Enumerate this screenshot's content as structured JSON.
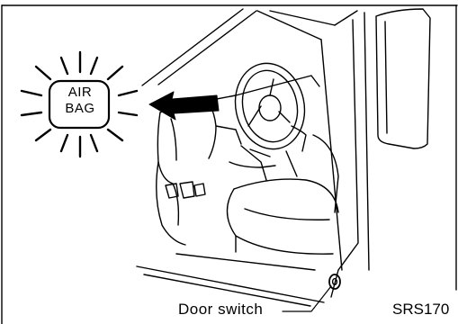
{
  "warning_lamp": {
    "line1": "AIR",
    "line2": "BAG"
  },
  "callout_label": "Door switch",
  "figure_id": "SRS170"
}
